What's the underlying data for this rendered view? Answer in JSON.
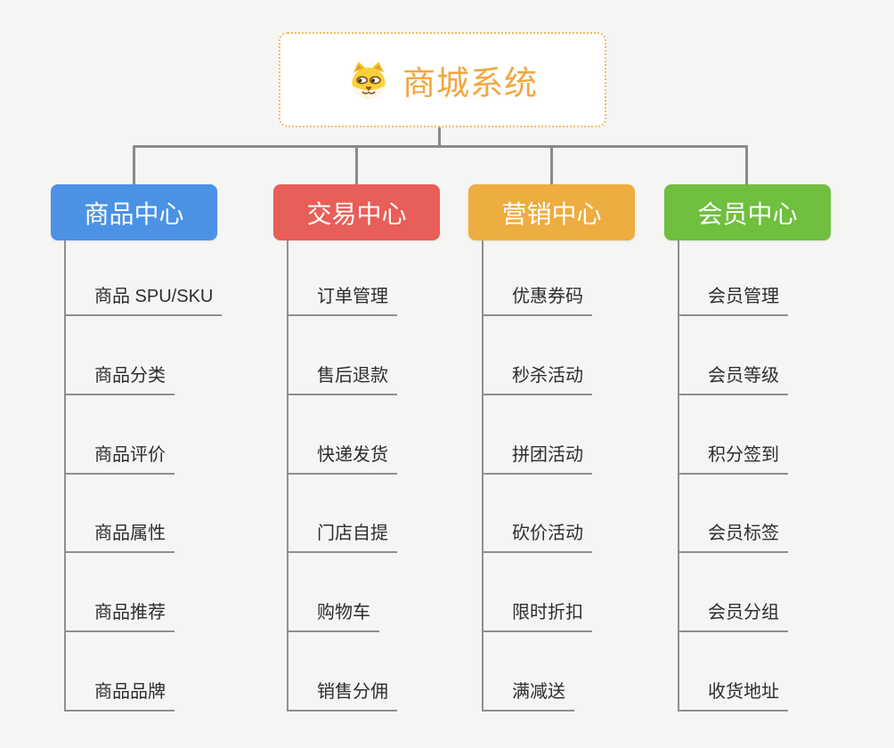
{
  "root": {
    "title": "商城系统",
    "icon": "dog-face-icon",
    "title_color": "#F2A640",
    "border_color": "#F3BA5F"
  },
  "connector_color": "#8A8A8A",
  "branches": [
    {
      "label": "商品中心",
      "color": "#4B92E5",
      "items": [
        "商品 SPU/SKU",
        "商品分类",
        "商品评价",
        "商品属性",
        "商品推荐",
        "商品品牌"
      ]
    },
    {
      "label": "交易中心",
      "color": "#E85E58",
      "items": [
        "订单管理",
        "售后退款",
        "快递发货",
        "门店自提",
        "购物车",
        "销售分佣"
      ]
    },
    {
      "label": "营销中心",
      "color": "#EDAD40",
      "items": [
        "优惠券码",
        "秒杀活动",
        "拼团活动",
        "砍价活动",
        "限时折扣",
        "满减送"
      ]
    },
    {
      "label": "会员中心",
      "color": "#70BF3F",
      "items": [
        "会员管理",
        "会员等级",
        "积分签到",
        "会员标签",
        "会员分组",
        "收货地址"
      ]
    }
  ]
}
